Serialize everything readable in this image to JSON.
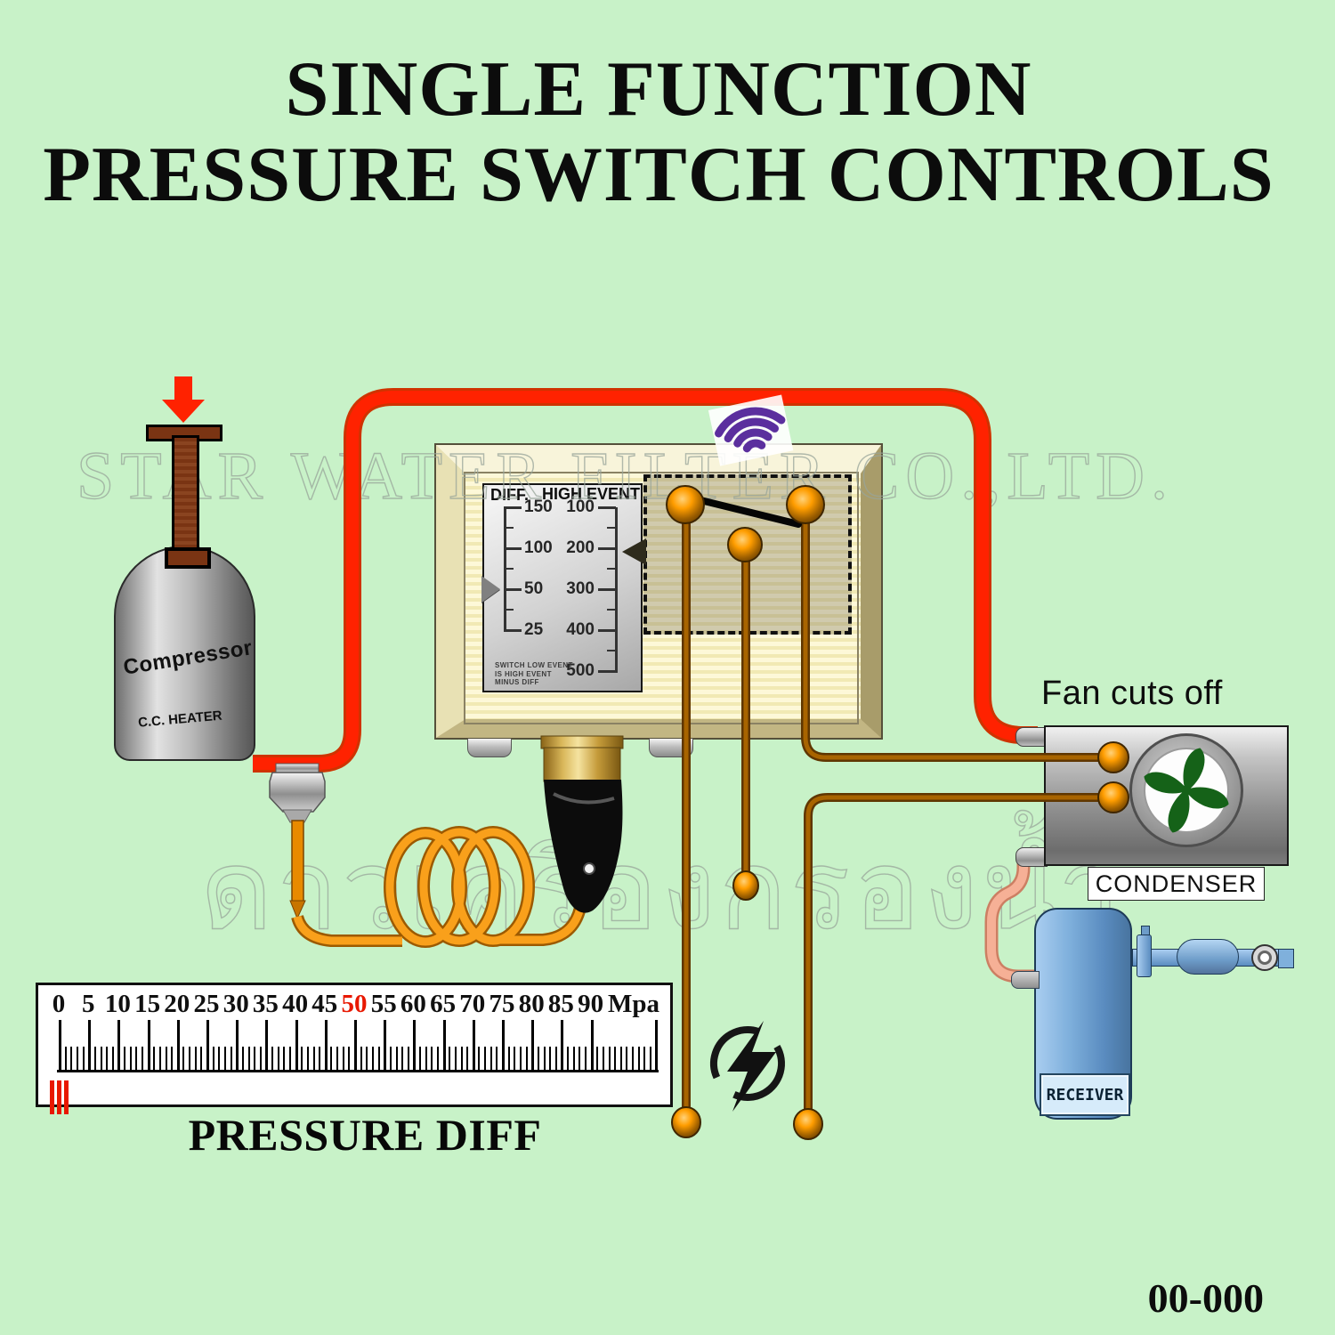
{
  "title": {
    "line1": "SINGLE FUNCTION",
    "line2": "PRESSURE SWITCH CONTROLS"
  },
  "watermark": {
    "english": "STAR WATER FILTER CO.,LTD.",
    "thai": "ดาวเครื่องกรองน้ำ"
  },
  "compressor": {
    "label": "Compressor",
    "sublabel": "C.C. HEATER"
  },
  "switch_panel": {
    "col1_header": "DIFF.",
    "col2_header": "HIGH EVENT",
    "diff_scale": [
      "150",
      "100",
      "50",
      "25"
    ],
    "high_scale": [
      "100",
      "200",
      "300",
      "400",
      "500"
    ],
    "note_lines": [
      "SWITCH LOW EVENT",
      "IS HIGH EVENT",
      "MINUS DIFF"
    ]
  },
  "condenser": {
    "caption": "Fan cuts off",
    "label": "CONDENSER"
  },
  "receiver": {
    "label": "RECEIVER"
  },
  "ruler": {
    "values": [
      "0",
      "5",
      "10",
      "15",
      "20",
      "25",
      "30",
      "35",
      "40",
      "45",
      "50",
      "55",
      "60",
      "65",
      "70",
      "75",
      "80",
      "85",
      "90"
    ],
    "unit": "Mpa",
    "highlight_value": "50",
    "caption": "PRESSURE DIFF"
  },
  "footer": {
    "code": "00-000"
  },
  "icons": {
    "wifi": "wifi-icon",
    "lightning": "lightning-bolt-icon",
    "down_arrow": "down-arrow-icon",
    "fan": "fan-blades-icon"
  },
  "colors": {
    "background": "#c8f2c8",
    "pipe_red": "#ff2200",
    "tube_orange": "#f9a01b",
    "wire_brown": "#a86400",
    "wifi_purple": "#5b2f9e",
    "fan_green": "#156218",
    "highlight_red": "#e81800"
  }
}
